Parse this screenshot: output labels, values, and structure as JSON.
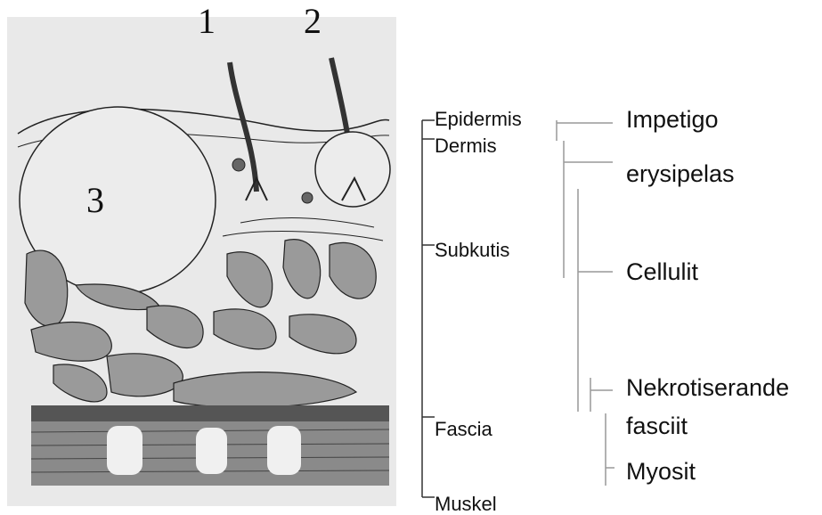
{
  "figure": {
    "markers": [
      "1",
      "2",
      "3"
    ]
  },
  "layers": [
    "Epidermis",
    "Dermis",
    "Subkutis",
    "Fascia",
    "Muskel"
  ],
  "conditions": [
    "Impetigo",
    "erysipelas",
    "Cellulit",
    "Nekrotiserande",
    "fasciit",
    "Myosit"
  ]
}
